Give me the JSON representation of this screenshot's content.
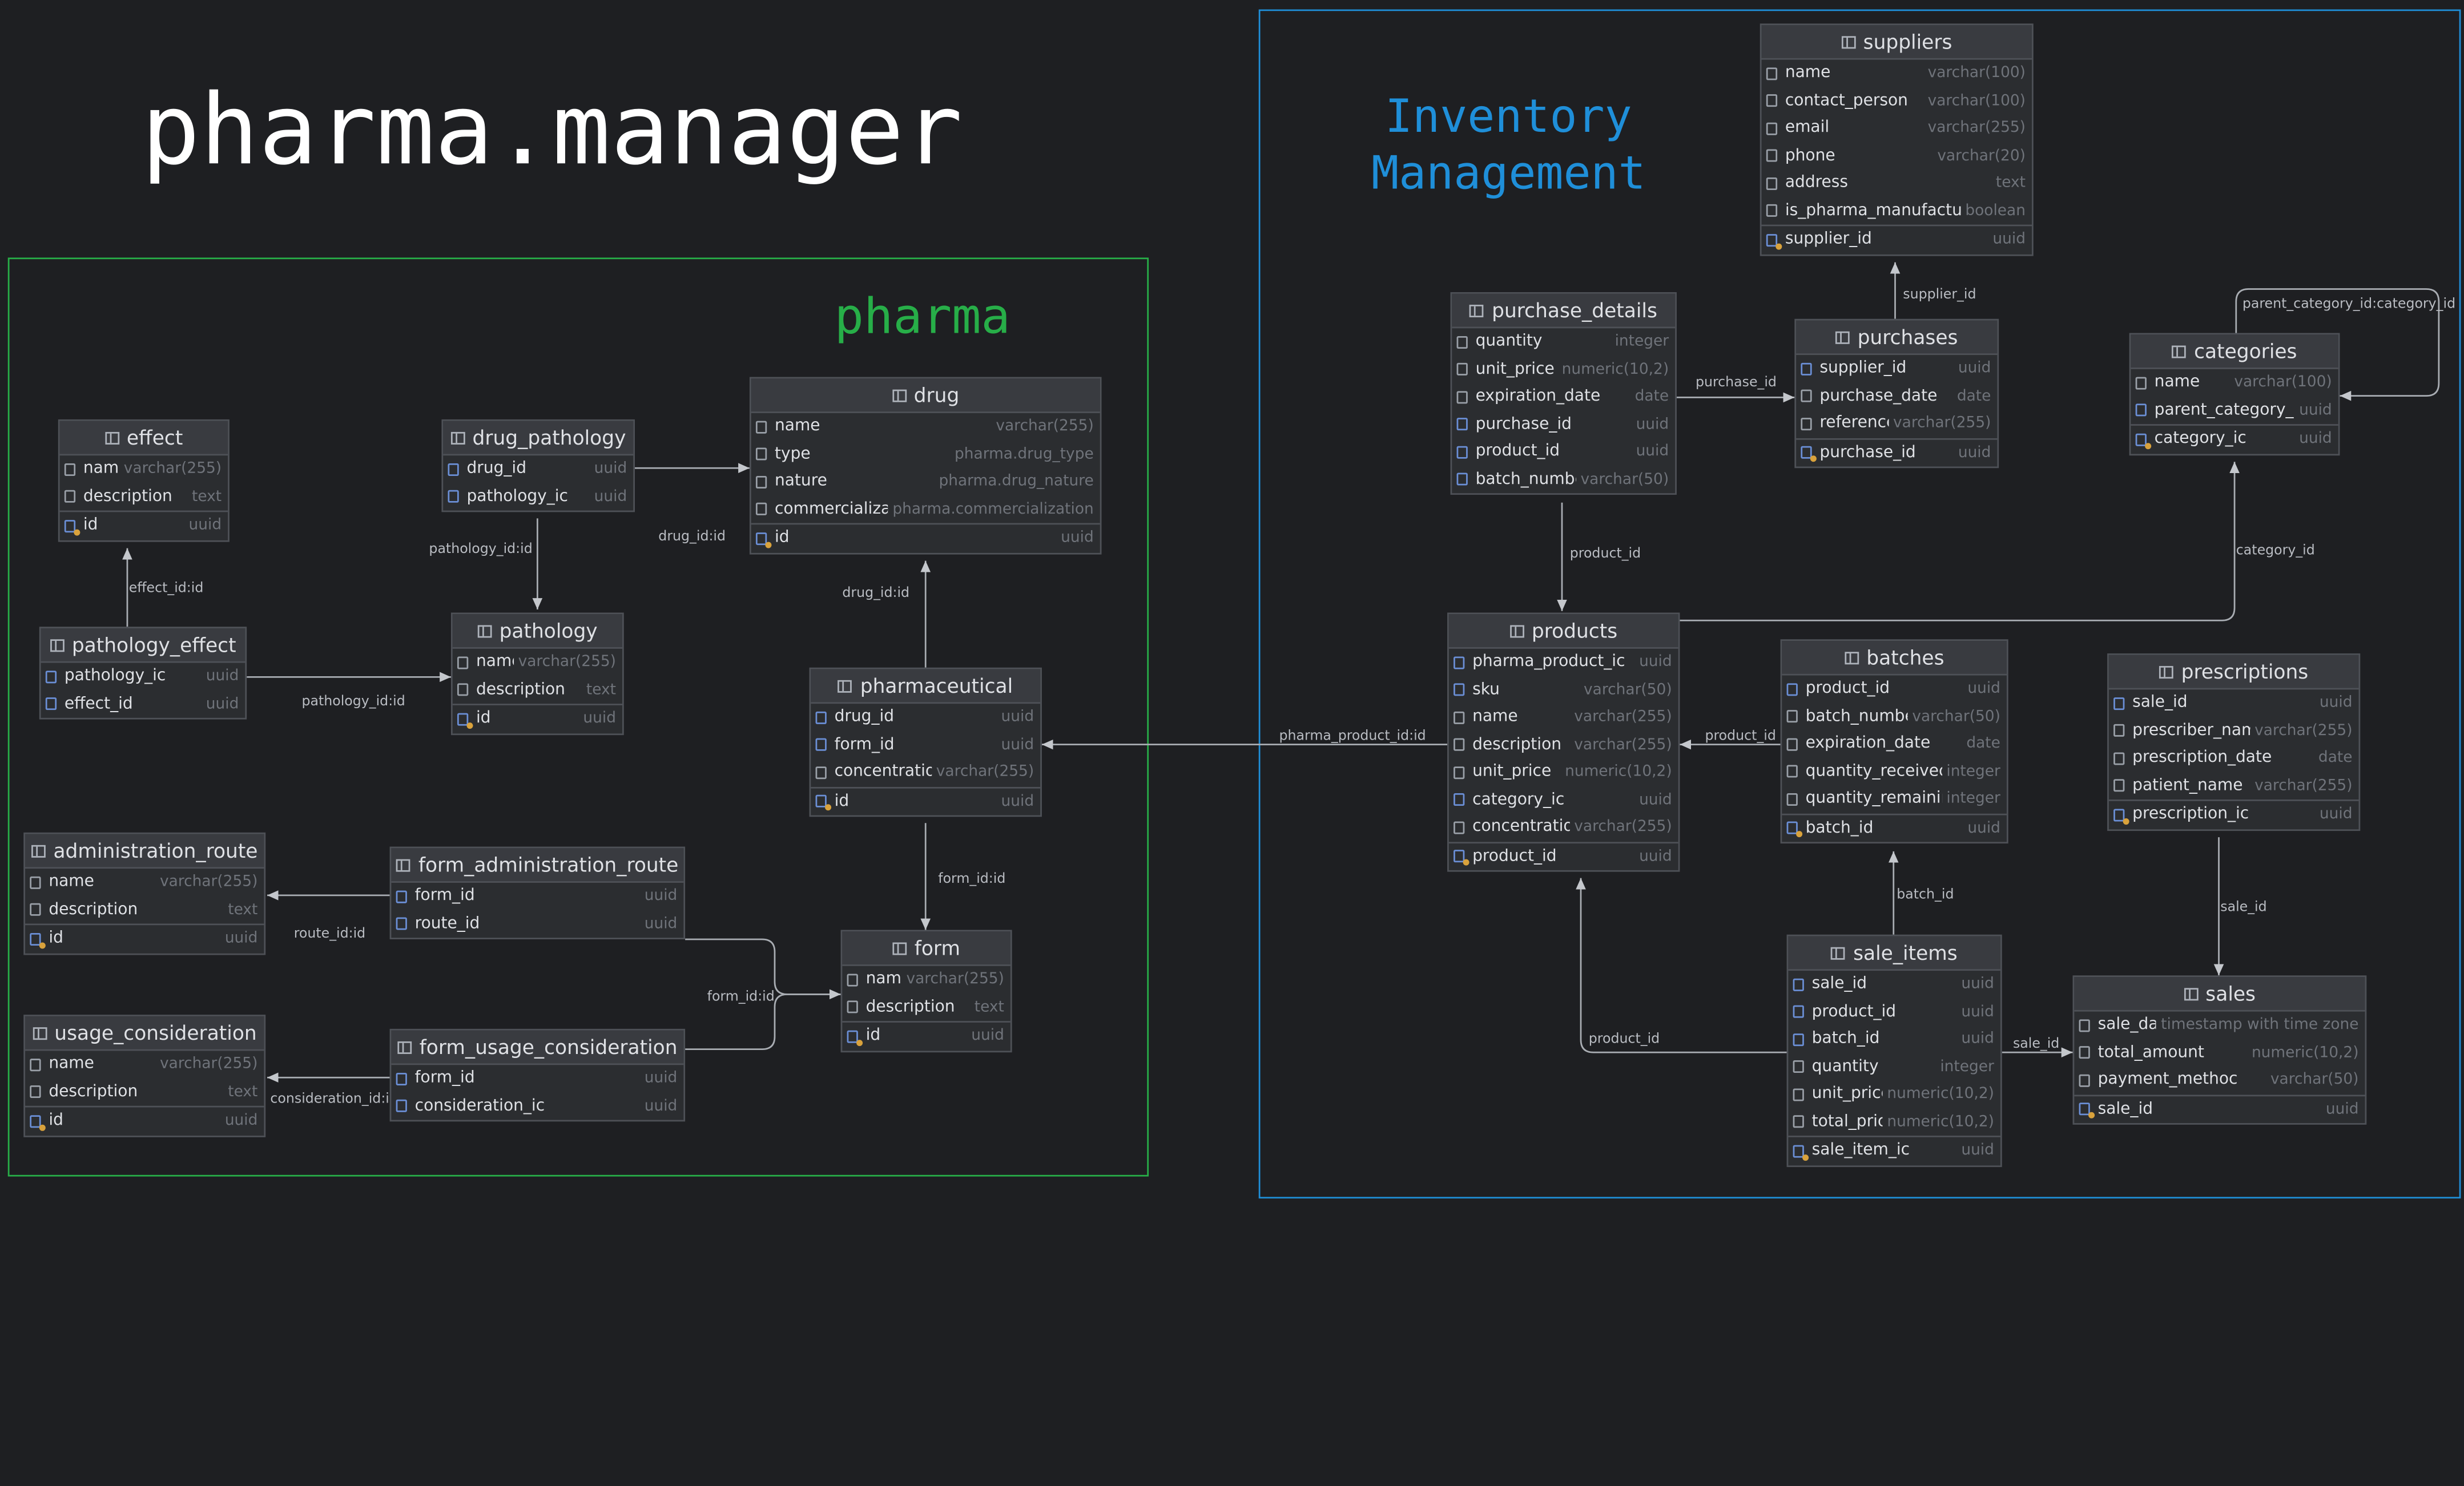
{
  "title": "pharma.manager",
  "groups": {
    "pharma": {
      "label": "pharma",
      "color": "#27ae48"
    },
    "inventory": {
      "label_line1": "Inventory",
      "label_line2": "Management",
      "color": "#1f8fd9"
    }
  },
  "tables": {
    "effect": {
      "name": "effect",
      "rows": [
        {
          "n": "name",
          "t": "varchar(255)",
          "k": "c"
        },
        {
          "n": "description",
          "t": "text",
          "k": "c"
        },
        {
          "n": "id",
          "t": "uuid",
          "k": "pk"
        }
      ]
    },
    "drug_pathology": {
      "name": "drug_pathology",
      "rows": [
        {
          "n": "drug_id",
          "t": "uuid",
          "k": "fk"
        },
        {
          "n": "pathology_ic",
          "t": "uuid",
          "k": "fk"
        }
      ]
    },
    "drug": {
      "name": "drug",
      "rows": [
        {
          "n": "name",
          "t": "varchar(255)",
          "k": "c"
        },
        {
          "n": "type",
          "t": "pharma.drug_type",
          "k": "c"
        },
        {
          "n": "nature",
          "t": "pharma.drug_nature",
          "k": "c"
        },
        {
          "n": "commercializatio",
          "t": "pharma.commercialization",
          "k": "c"
        },
        {
          "n": "id",
          "t": "uuid",
          "k": "pk"
        }
      ]
    },
    "pathology_effect": {
      "name": "pathology_effect",
      "rows": [
        {
          "n": "pathology_ic",
          "t": "uuid",
          "k": "fk"
        },
        {
          "n": "effect_id",
          "t": "uuid",
          "k": "fk"
        }
      ]
    },
    "pathology": {
      "name": "pathology",
      "rows": [
        {
          "n": "name",
          "t": "varchar(255)",
          "k": "c"
        },
        {
          "n": "description",
          "t": "text",
          "k": "c"
        },
        {
          "n": "id",
          "t": "uuid",
          "k": "pk"
        }
      ]
    },
    "pharmaceutical": {
      "name": "pharmaceutical",
      "rows": [
        {
          "n": "drug_id",
          "t": "uuid",
          "k": "fk"
        },
        {
          "n": "form_id",
          "t": "uuid",
          "k": "fk"
        },
        {
          "n": "concentration",
          "t": "varchar(255)",
          "k": "c"
        },
        {
          "n": "id",
          "t": "uuid",
          "k": "pk"
        }
      ]
    },
    "administration_route": {
      "name": "administration_route",
      "rows": [
        {
          "n": "name",
          "t": "varchar(255)",
          "k": "c"
        },
        {
          "n": "description",
          "t": "text",
          "k": "c"
        },
        {
          "n": "id",
          "t": "uuid",
          "k": "pk"
        }
      ]
    },
    "form_administration_route": {
      "name": "form_administration_route",
      "rows": [
        {
          "n": "form_id",
          "t": "uuid",
          "k": "fk"
        },
        {
          "n": "route_id",
          "t": "uuid",
          "k": "fk"
        }
      ]
    },
    "form": {
      "name": "form",
      "rows": [
        {
          "n": "name",
          "t": "varchar(255)",
          "k": "c"
        },
        {
          "n": "description",
          "t": "text",
          "k": "c"
        },
        {
          "n": "id",
          "t": "uuid",
          "k": "pk"
        }
      ]
    },
    "usage_consideration": {
      "name": "usage_consideration",
      "rows": [
        {
          "n": "name",
          "t": "varchar(255)",
          "k": "c"
        },
        {
          "n": "description",
          "t": "text",
          "k": "c"
        },
        {
          "n": "id",
          "t": "uuid",
          "k": "pk"
        }
      ]
    },
    "form_usage_consideration": {
      "name": "form_usage_consideration",
      "rows": [
        {
          "n": "form_id",
          "t": "uuid",
          "k": "fk"
        },
        {
          "n": "consideration_ic",
          "t": "uuid",
          "k": "fk"
        }
      ]
    },
    "suppliers": {
      "name": "suppliers",
      "rows": [
        {
          "n": "name",
          "t": "varchar(100)",
          "k": "c"
        },
        {
          "n": "contact_person",
          "t": "varchar(100)",
          "k": "c"
        },
        {
          "n": "email",
          "t": "varchar(255)",
          "k": "c"
        },
        {
          "n": "phone",
          "t": "varchar(20)",
          "k": "c"
        },
        {
          "n": "address",
          "t": "text",
          "k": "c"
        },
        {
          "n": "is_pharma_manufacture",
          "t": "boolean",
          "k": "c"
        },
        {
          "n": "supplier_id",
          "t": "uuid",
          "k": "pk"
        }
      ]
    },
    "purchase_details": {
      "name": "purchase_details",
      "rows": [
        {
          "n": "quantity",
          "t": "integer",
          "k": "c"
        },
        {
          "n": "unit_price",
          "t": "numeric(10,2)",
          "k": "c"
        },
        {
          "n": "expiration_date",
          "t": "date",
          "k": "c"
        },
        {
          "n": "purchase_id",
          "t": "uuid",
          "k": "fk"
        },
        {
          "n": "product_id",
          "t": "uuid",
          "k": "fk"
        },
        {
          "n": "batch_number",
          "t": "varchar(50)",
          "k": "fk"
        }
      ]
    },
    "purchases": {
      "name": "purchases",
      "rows": [
        {
          "n": "supplier_id",
          "t": "uuid",
          "k": "fk"
        },
        {
          "n": "purchase_date",
          "t": "date",
          "k": "c"
        },
        {
          "n": "reference",
          "t": "varchar(255)",
          "k": "c"
        },
        {
          "n": "purchase_id",
          "t": "uuid",
          "k": "pk"
        }
      ]
    },
    "categories": {
      "name": "categories",
      "rows": [
        {
          "n": "name",
          "t": "varchar(100)",
          "k": "c"
        },
        {
          "n": "parent_category_ic",
          "t": "uuid",
          "k": "fk"
        },
        {
          "n": "category_ic",
          "t": "uuid",
          "k": "pk"
        }
      ]
    },
    "products": {
      "name": "products",
      "rows": [
        {
          "n": "pharma_product_ic",
          "t": "uuid",
          "k": "fk"
        },
        {
          "n": "sku",
          "t": "varchar(50)",
          "k": "fk"
        },
        {
          "n": "name",
          "t": "varchar(255)",
          "k": "c"
        },
        {
          "n": "description",
          "t": "varchar(255)",
          "k": "c"
        },
        {
          "n": "unit_price",
          "t": "numeric(10,2)",
          "k": "c"
        },
        {
          "n": "category_ic",
          "t": "uuid",
          "k": "fk"
        },
        {
          "n": "concentration",
          "t": "varchar(255)",
          "k": "c"
        },
        {
          "n": "product_id",
          "t": "uuid",
          "k": "pk"
        }
      ]
    },
    "batches": {
      "name": "batches",
      "rows": [
        {
          "n": "product_id",
          "t": "uuid",
          "k": "fk"
        },
        {
          "n": "batch_number",
          "t": "varchar(50)",
          "k": "c"
        },
        {
          "n": "expiration_date",
          "t": "date",
          "k": "c"
        },
        {
          "n": "quantity_receivec",
          "t": "integer",
          "k": "c"
        },
        {
          "n": "quantity_remaining",
          "t": "integer",
          "k": "c"
        },
        {
          "n": "batch_id",
          "t": "uuid",
          "k": "pk"
        }
      ]
    },
    "prescriptions": {
      "name": "prescriptions",
      "rows": [
        {
          "n": "sale_id",
          "t": "uuid",
          "k": "fk"
        },
        {
          "n": "prescriber_name",
          "t": "varchar(255)",
          "k": "c"
        },
        {
          "n": "prescription_date",
          "t": "date",
          "k": "c"
        },
        {
          "n": "patient_name",
          "t": "varchar(255)",
          "k": "c"
        },
        {
          "n": "prescription_ic",
          "t": "uuid",
          "k": "pk"
        }
      ]
    },
    "sale_items": {
      "name": "sale_items",
      "rows": [
        {
          "n": "sale_id",
          "t": "uuid",
          "k": "fk"
        },
        {
          "n": "product_id",
          "t": "uuid",
          "k": "fk"
        },
        {
          "n": "batch_id",
          "t": "uuid",
          "k": "fk"
        },
        {
          "n": "quantity",
          "t": "integer",
          "k": "c"
        },
        {
          "n": "unit_price",
          "t": "numeric(10,2)",
          "k": "c"
        },
        {
          "n": "total_price",
          "t": "numeric(10,2)",
          "k": "c"
        },
        {
          "n": "sale_item_ic",
          "t": "uuid",
          "k": "pk"
        }
      ]
    },
    "sales": {
      "name": "sales",
      "rows": [
        {
          "n": "sale_date",
          "t": "timestamp with time zone",
          "k": "c"
        },
        {
          "n": "total_amount",
          "t": "numeric(10,2)",
          "k": "c"
        },
        {
          "n": "payment_methoc",
          "t": "varchar(50)",
          "k": "c"
        },
        {
          "n": "sale_id",
          "t": "uuid",
          "k": "pk"
        }
      ]
    }
  },
  "relations": [
    {
      "id": "drug_pathology_drug",
      "label": "drug_id:id"
    },
    {
      "id": "drug_pathology_pathology",
      "label": "pathology_id:id"
    },
    {
      "id": "pathology_effect_effect",
      "label": "effect_id:id"
    },
    {
      "id": "pathology_effect_pathology",
      "label": "pathology_id:id"
    },
    {
      "id": "pharmaceutical_drug",
      "label": "drug_id:id"
    },
    {
      "id": "pharmaceutical_form",
      "label": "form_id:id"
    },
    {
      "id": "far_route",
      "label": "route_id:id"
    },
    {
      "id": "far_form",
      "label": "form_id:id"
    },
    {
      "id": "fuc_consideration",
      "label": "consideration_id:id"
    },
    {
      "id": "products_pharmaceutical",
      "label": "pharma_product_id:id"
    },
    {
      "id": "purchases_supplier",
      "label": "supplier_id"
    },
    {
      "id": "pd_purchase",
      "label": "purchase_id"
    },
    {
      "id": "pd_product",
      "label": "product_id"
    },
    {
      "id": "categories_parent",
      "label": "parent_category_id:category_id"
    },
    {
      "id": "products_category",
      "label": "category_id"
    },
    {
      "id": "batches_product",
      "label": "product_id"
    },
    {
      "id": "sale_items_batch",
      "label": "batch_id"
    },
    {
      "id": "sale_items_product",
      "label": "product_id"
    },
    {
      "id": "sale_items_sale",
      "label": "sale_id"
    },
    {
      "id": "prescriptions_sale",
      "label": "sale_id"
    }
  ]
}
